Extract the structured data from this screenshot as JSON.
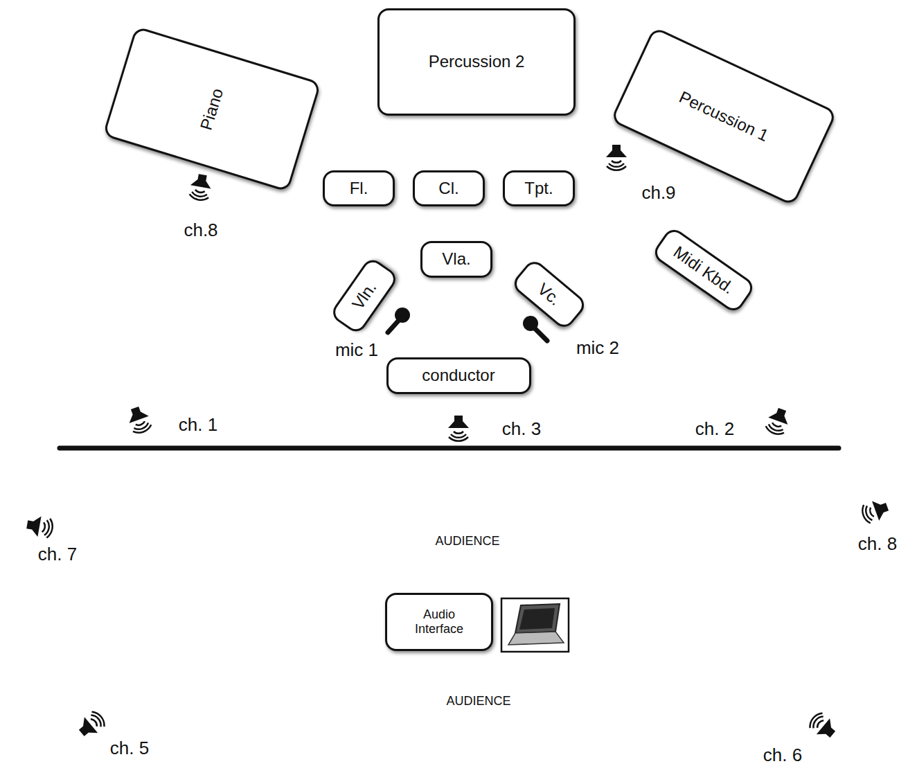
{
  "diagram": {
    "nodes": [
      {
        "text": [
          "Piano"
        ]
      },
      {
        "text": [
          "Percussion 2"
        ]
      },
      {
        "text": [
          "Percussion 1"
        ]
      },
      {
        "text": [
          "Fl."
        ]
      },
      {
        "text": [
          "Cl."
        ]
      },
      {
        "text": [
          "Tpt."
        ]
      },
      {
        "text": [
          "Vla."
        ]
      },
      {
        "text": [
          "Vln."
        ]
      },
      {
        "text": [
          "Vc."
        ]
      },
      {
        "text": [
          "Midi Kbd."
        ]
      },
      {
        "text": [
          "conductor"
        ]
      },
      {
        "text": [
          "Audio Interface"
        ]
      }
    ],
    "labels": [
      "ch.8",
      "ch.9",
      "mic 1",
      "mic 2",
      "ch. 1",
      "ch. 3",
      "ch. 2",
      "AUDIENCE",
      "ch. 7",
      "ch. 8",
      "AUDIENCE",
      "ch. 5",
      "ch. 6"
    ]
  }
}
